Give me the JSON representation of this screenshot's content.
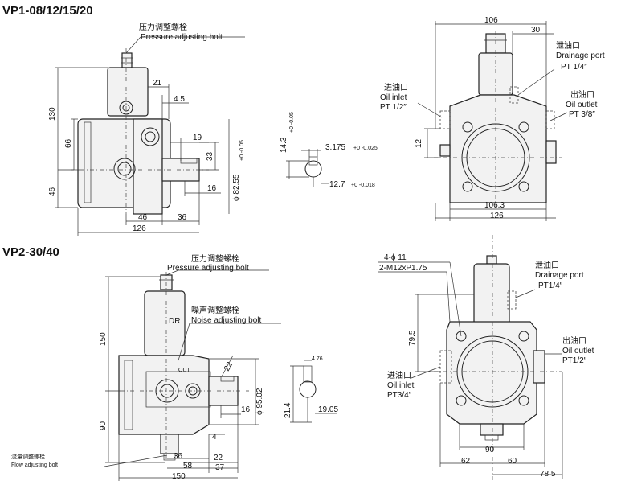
{
  "titles": {
    "vp1": "VP1-08/12/15/20",
    "vp2": "VP2-30/40"
  },
  "vp1": {
    "pressure_cn": "压力调整螺栓",
    "pressure_en": "Pressure adjusting bolt",
    "drain_cn": "泄油口",
    "drain_en": "Drainage port",
    "drain_pt": "PT 1/4″",
    "inlet_cn": "进油口",
    "inlet_en": "Oil inlet",
    "inlet_pt": "PT 1/2″",
    "outlet_cn": "出油口",
    "outlet_en": "Oil outlet",
    "outlet_pt": "PT 3/8″",
    "dims": {
      "d130": "130",
      "d66": "66",
      "d46v": "46",
      "d21": "21",
      "d4_5": "4.5",
      "d19": "19",
      "d33": "33",
      "d16": "16",
      "d46h": "46",
      "d36": "36",
      "d126": "126",
      "d82": "ϕ 82.55",
      "d106": "106",
      "d30": "30",
      "d12": "12",
      "d106_3": "106.3",
      "d126r": "126"
    },
    "key": {
      "h": "14.3",
      "w": "3.175",
      "w2": "12.7",
      "tol_h": "+0\n-0.05",
      "tol_w": "+0\n-0.025",
      "tol_w2": "+0\n-0.018",
      "tol_d": "+0\n-0.05"
    }
  },
  "vp2": {
    "pressure_cn": "压力调整螺栓",
    "pressure_en": "Pressure adjusting bolt",
    "noise_cn": "噪声调整螺栓",
    "noise_en": "Noise adjusting bolt",
    "flow_cn": "流量调整螺栓",
    "flow_en": "Flow adjusting bolt",
    "dr": "DR",
    "out": "OUT",
    "holes": "4-ϕ 11",
    "thread": "2-M12xP1.75",
    "drain_cn": "泄油口",
    "drain_en": "Drainage port",
    "drain_pt": "PT1/4″",
    "outlet_cn": "出油口",
    "outlet_en": "Oil outlet",
    "outlet_pt": "PT1/2″",
    "inlet_cn": "进油口",
    "inlet_en": "Oil inlet",
    "inlet_pt": "PT3/4″",
    "dims": {
      "d150v": "150",
      "d90v": "90",
      "d22a": "22",
      "d16": "16",
      "d4": "4",
      "d36": "36",
      "d58": "58",
      "d22": "22",
      "d37": "37",
      "d150h": "150",
      "d95": "ϕ 95.02",
      "d79_5": "79.5",
      "d90": "90",
      "d62": "62",
      "d60": "60",
      "d78_5": "78.5"
    },
    "key": {
      "h": "21.4",
      "w": "4.76",
      "w2": "19.05"
    }
  }
}
